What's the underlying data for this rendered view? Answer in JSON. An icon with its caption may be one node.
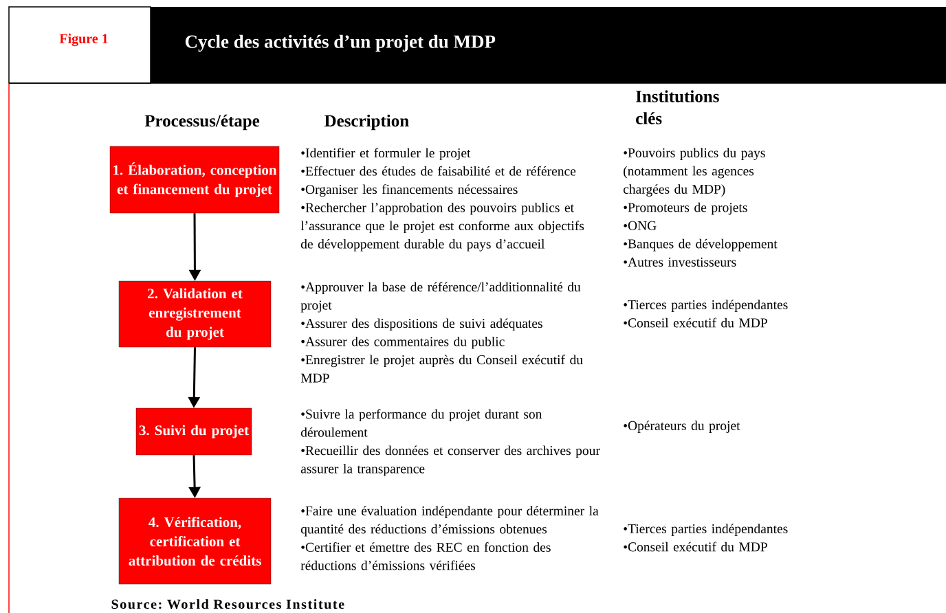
{
  "diagram": {
    "title": "Cycle des activités d’un projet du MDP",
    "caption": "Source: World Resources Institute",
    "labels": [
      "Figure 1",
      "Processus/étape",
      "Description",
      "Institutions clés"
    ],
    "nodes": [
      {
        "text": [
          "1. Élaboration, conception et financement du projet"
        ],
        "beside": [
          "•Identifier et formuler le projet",
          "•Effectuer des études de faisabilité et de référence",
          "•Organiser les financements nécessaires",
          "•Rechercher l’approbation des pouvoirs publics et l’assurance que le projet est conforme aux objectifs de développement durable du pays d’accueil",
          "•Pouvoirs publics du pays (notamment les agences chargées du MDP)",
          "•Promoteurs de projets",
          "•ONG",
          "•Banques de développement",
          "•Autres investisseurs"
        ]
      },
      {
        "text": [
          "2. Validation et enregistrement du projet"
        ],
        "beside": [
          "•Approuver la base de référence/l’additionnalité du projet",
          "•Assurer des dispositions de suivi adéquates",
          "•Assurer des commentaires du public",
          "•Enregistrer le projet auprès du Conseil exécutif du MDP",
          "•Tierces parties indépendantes",
          "•Conseil exécutif du MDP"
        ]
      },
      {
        "text": [
          "3. Suivi du projet"
        ],
        "beside": [
          "•Suivre la performance du projet durant son déroulement",
          "•Recueillir des données et conserver des archives pour assurer la transparence",
          "•Opérateurs du projet"
        ]
      },
      {
        "text": [
          "4. Vérification, certification et attribution de crédits"
        ],
        "beside": [
          "•Faire une évaluation indépendante pour déterminer la quantité des réductions d’émissions obtenues",
          "•Certifier et émettre des REC en fonction des réductions d’émissions vérifiées",
          "•Tierces parties indépendantes",
          "•Conseil exécutif du MDP"
        ]
      }
    ],
    "edges": [
      {
        "from": 0,
        "to": 1,
        "arrow": "to"
      },
      {
        "from": 1,
        "to": 2,
        "arrow": "to"
      },
      {
        "from": 2,
        "to": 3,
        "arrow": "to"
      }
    ]
  }
}
